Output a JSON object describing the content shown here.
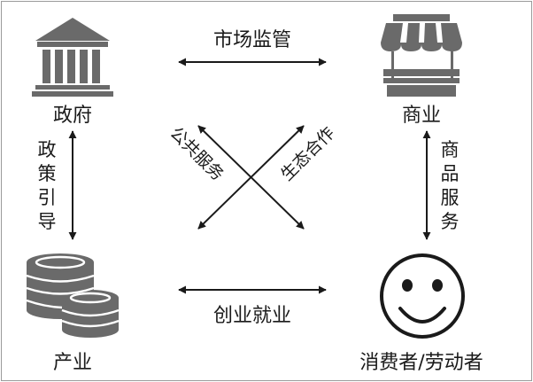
{
  "nodes": {
    "government": "政府",
    "business": "商业",
    "industry": "产业",
    "consumer": "消费者/劳动者"
  },
  "edges": {
    "market_regulation": "市场监管",
    "policy_guidance": [
      "政",
      "策",
      "引",
      "导"
    ],
    "goods_services": [
      "商",
      "品",
      "服",
      "务"
    ],
    "entrepreneurship_employment": "创业就业",
    "public_services": "公共服务",
    "ecological_cooperation": "生态合作"
  }
}
